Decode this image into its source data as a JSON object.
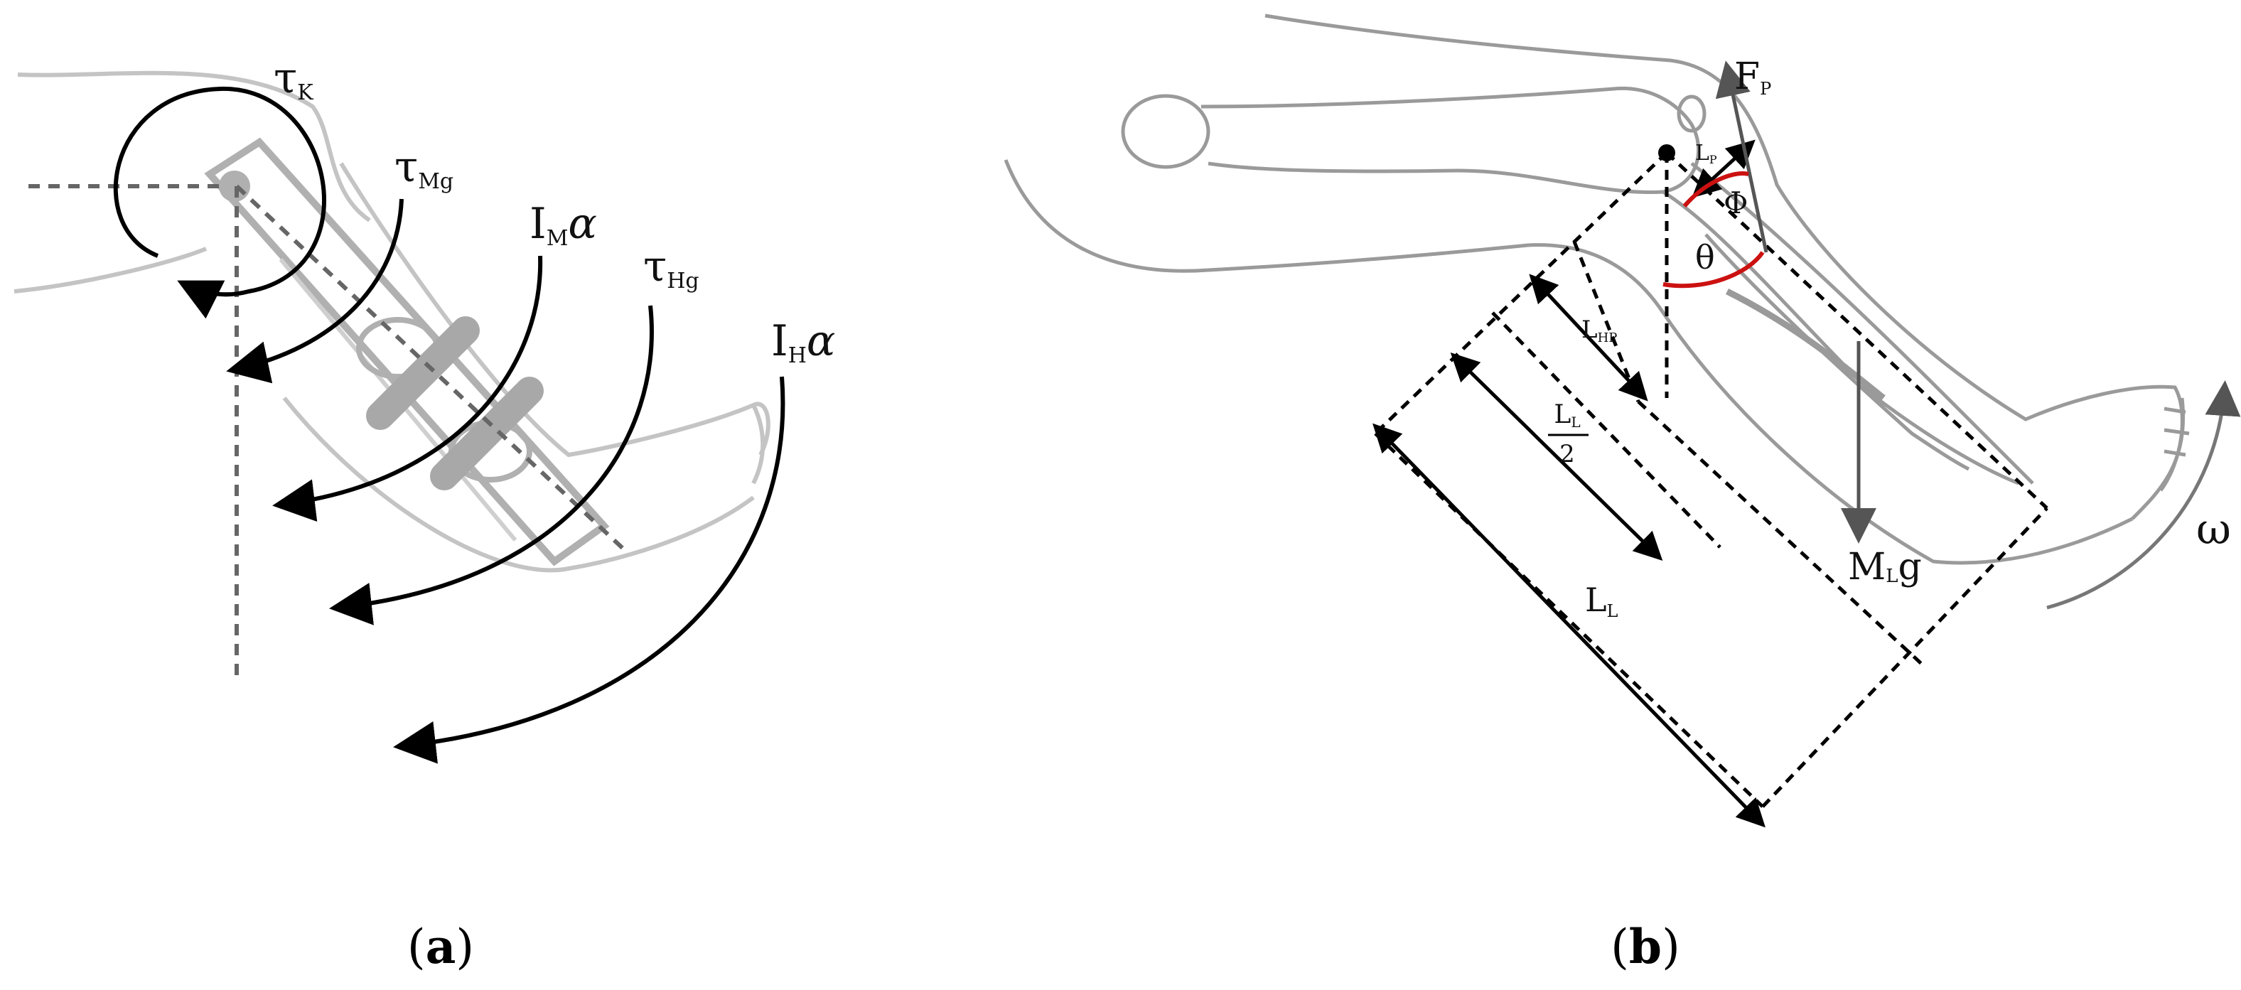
{
  "panel_a": {
    "caption": {
      "open": "(",
      "letter": "a",
      "close": ")"
    },
    "labels": {
      "tau_k": {
        "main": "τ",
        "sub": "K"
      },
      "tau_mg": {
        "main": "τ",
        "sub": "Mg"
      },
      "im_alpha": {
        "main": "I",
        "sub": "M",
        "tail": "α"
      },
      "tau_hg": {
        "main": "τ",
        "sub": "Hg"
      },
      "ih_alpha": {
        "main": "I",
        "sub": "H",
        "tail": "α"
      }
    }
  },
  "panel_b": {
    "caption": {
      "open": "(",
      "letter": "b",
      "close": ")"
    },
    "labels": {
      "f_p": {
        "main": "F",
        "sub": "P"
      },
      "l_p": {
        "main": "L",
        "sub": "P"
      },
      "phi": "Φ",
      "theta": "θ",
      "l_hp": {
        "main": "L",
        "sub": "HP"
      },
      "l_l_half": {
        "num_main": "L",
        "num_sub": "L",
        "den": "2"
      },
      "l_l": {
        "main": "L",
        "sub": "L"
      },
      "m_l_g": {
        "main": "M",
        "sub": "L",
        "tail": "g"
      },
      "omega": "ω"
    }
  },
  "colors": {
    "outline": "#9a9a9a",
    "outline_light": "#c4c4c4",
    "device": "#a8a8a8",
    "arrow": "#000000",
    "angle": "#cc1111"
  }
}
